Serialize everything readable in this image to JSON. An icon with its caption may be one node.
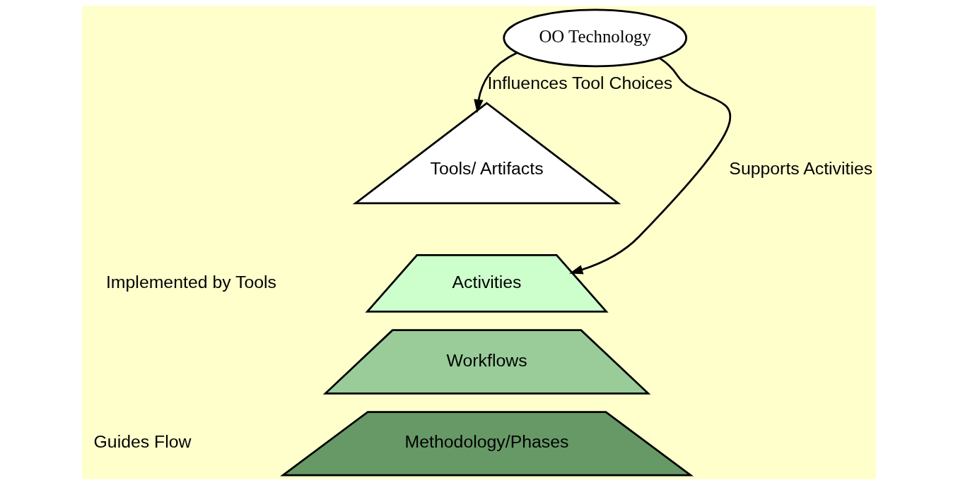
{
  "diagram": {
    "nodes": [
      {
        "text": [
          "OO Technology"
        ]
      },
      {
        "text": [
          "Tools/ Artifacts"
        ]
      },
      {
        "text": [
          "Activities"
        ]
      },
      {
        "text": [
          "Workflows"
        ]
      },
      {
        "text": [
          "Methodology/Phases"
        ]
      }
    ],
    "edges": [
      {
        "from": 0,
        "to": 1,
        "arrow": "to",
        "label": "Influences Tool Choices"
      },
      {
        "from": 0,
        "to": 2,
        "arrow": "to",
        "label": "Supports Activities"
      }
    ],
    "labels": [
      "Implemented by Tools",
      "Guides Flow"
    ]
  }
}
